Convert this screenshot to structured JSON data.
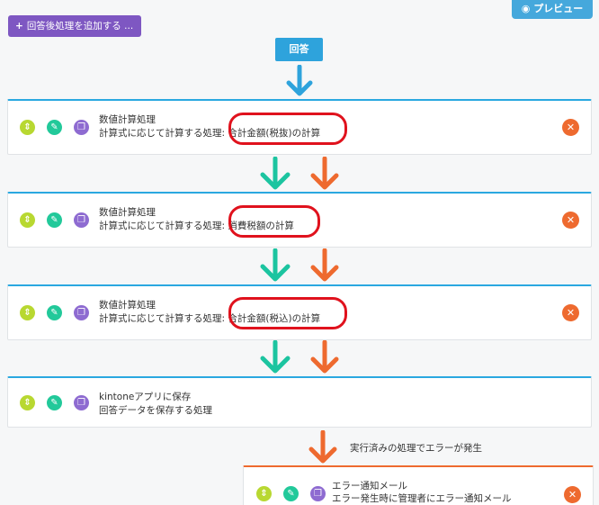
{
  "toolbar": {
    "add_button_label": "回答後処理を追加する ...",
    "preview_label": "プレビュー"
  },
  "start_badge": "回答",
  "steps": [
    {
      "title": "数値計算処理",
      "description_prefix": "計算式に応じて計算する処理",
      "description_value": "合計金額(税抜)の計算"
    },
    {
      "title": "数値計算処理",
      "description_prefix": "計算式に応じて計算する処理",
      "description_value": "消費税額の計算"
    },
    {
      "title": "数値計算処理",
      "description_prefix": "計算式に応じて計算する処理",
      "description_value": "合計金額(税込)の計算"
    },
    {
      "title": "kintoneアプリに保存",
      "description": "回答データを保存する処理"
    }
  ],
  "error_branch": {
    "label": "実行済みの処理でエラーが発生",
    "title": "エラー通知メール",
    "description": "エラー発生時に管理者にエラー通知メール"
  },
  "colors": {
    "flow_arrow": "#2ea3dc",
    "success_arrow": "#1cc4a0",
    "error_arrow": "#ee6a2f",
    "highlight": "#e0121d"
  },
  "icons": [
    "plus-icon",
    "eye-icon",
    "sort-icon",
    "edit-icon",
    "copy-icon",
    "close-icon",
    "arrow-down-icon"
  ]
}
